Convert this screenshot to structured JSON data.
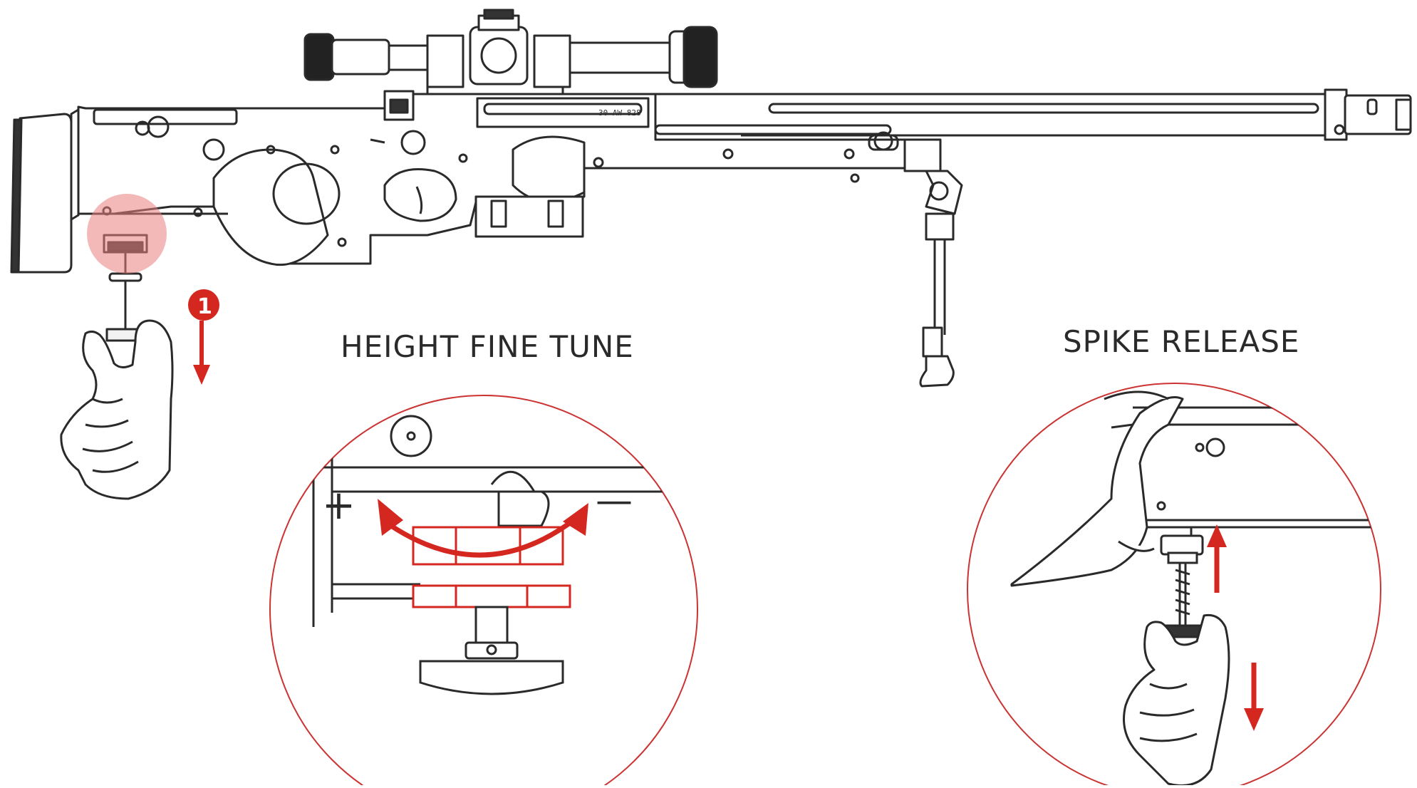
{
  "labels": {
    "height_fine_tune": "HEIGHT FINE TUNE",
    "spike_release": "SPIKE RELEASE",
    "step_marker": "1",
    "barrel_marking": "30 AW 828",
    "plus_sign": "+",
    "minus_sign": "—"
  },
  "colors": {
    "accent_red": "#d4271f",
    "highlight_red": "#e98080",
    "line": "#2a2a2a",
    "circle_border": "#cc3333"
  },
  "icons": {
    "rotate_adjust": "double-arrow-curve-icon",
    "pull_down": "arrow-down-icon",
    "push_up": "arrow-up-icon"
  }
}
